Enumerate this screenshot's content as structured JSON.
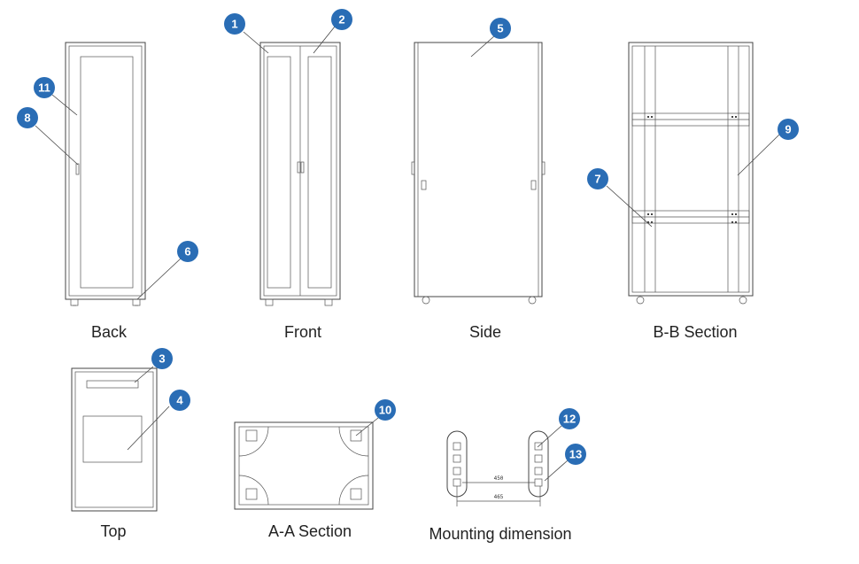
{
  "views": {
    "back": "Back",
    "front": "Front",
    "side": "Side",
    "bb": "B-B Section",
    "top": "Top",
    "aa": "A-A Section",
    "mount": "Mounting dimension"
  },
  "dimensions": {
    "inner": "450",
    "outer": "465"
  },
  "markers": [
    "1",
    "2",
    "3",
    "4",
    "5",
    "6",
    "7",
    "8",
    "9",
    "10",
    "11",
    "12",
    "13"
  ],
  "colors": {
    "marker": "#2a6db5",
    "line": "#444444"
  }
}
